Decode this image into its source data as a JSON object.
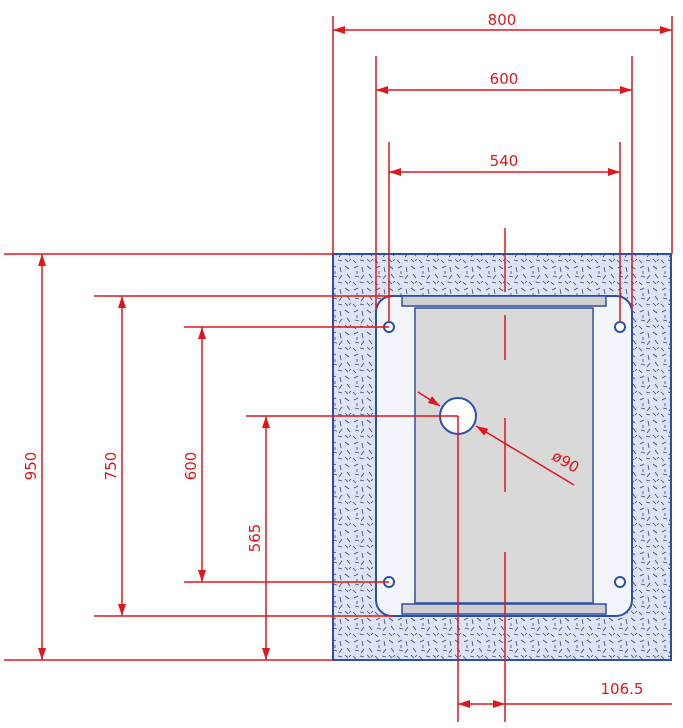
{
  "colors": {
    "dimension": "#e0161b",
    "outline": "#2c4fa8",
    "concrete_fill": "#dde4f5",
    "insert_fill": "#f2f5fc",
    "box_fill": "#d9d9d9",
    "centerline": "#e0161b"
  },
  "dimensions": {
    "width_overall": "800",
    "width_frame": "600",
    "width_holes": "540",
    "height_overall": "950",
    "height_frame": "750",
    "height_holes": "600",
    "hole_center_height": "565",
    "hole_diameter": "ø90",
    "hole_offset": "106.5"
  }
}
